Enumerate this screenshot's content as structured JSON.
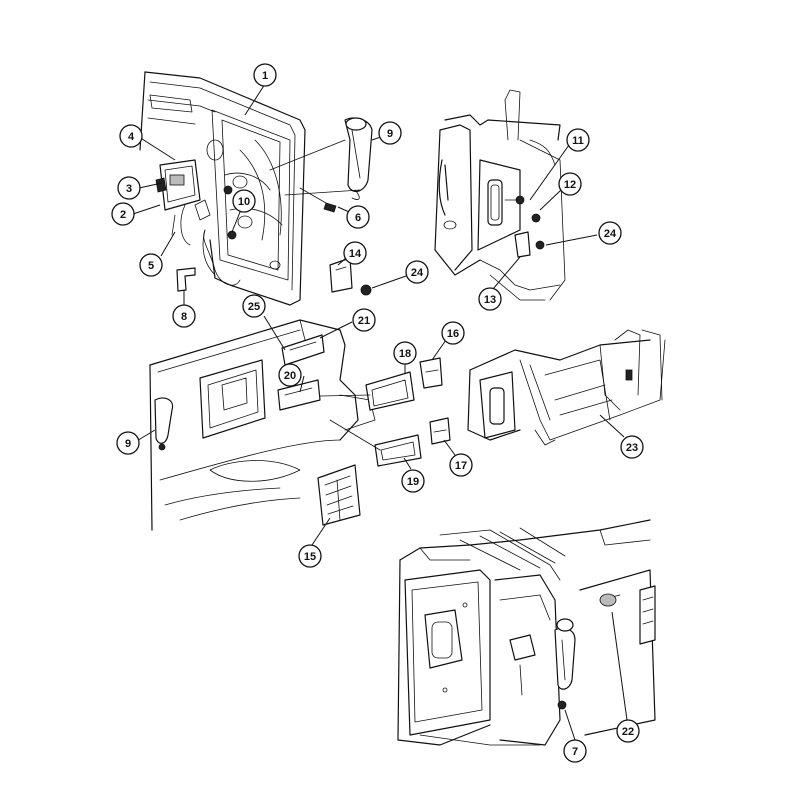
{
  "callouts": [
    {
      "id": "c1",
      "label": "1"
    },
    {
      "id": "c2",
      "label": "2"
    },
    {
      "id": "c3",
      "label": "3"
    },
    {
      "id": "c4",
      "label": "4"
    },
    {
      "id": "c5",
      "label": "5"
    },
    {
      "id": "c6",
      "label": "6"
    },
    {
      "id": "c7",
      "label": "7"
    },
    {
      "id": "c8",
      "label": "8"
    },
    {
      "id": "c9a",
      "label": "9"
    },
    {
      "id": "c9b",
      "label": "9"
    },
    {
      "id": "c10",
      "label": "10"
    },
    {
      "id": "c11",
      "label": "11"
    },
    {
      "id": "c12",
      "label": "12"
    },
    {
      "id": "c13",
      "label": "13"
    },
    {
      "id": "c14",
      "label": "14"
    },
    {
      "id": "c15",
      "label": "15"
    },
    {
      "id": "c16",
      "label": "16"
    },
    {
      "id": "c17",
      "label": "17"
    },
    {
      "id": "c18",
      "label": "18"
    },
    {
      "id": "c19",
      "label": "19"
    },
    {
      "id": "c20",
      "label": "20"
    },
    {
      "id": "c21",
      "label": "21"
    },
    {
      "id": "c22",
      "label": "22"
    },
    {
      "id": "c23",
      "label": "23"
    },
    {
      "id": "c24a",
      "label": "24"
    },
    {
      "id": "c24b",
      "label": "24"
    },
    {
      "id": "c25",
      "label": "25"
    }
  ]
}
